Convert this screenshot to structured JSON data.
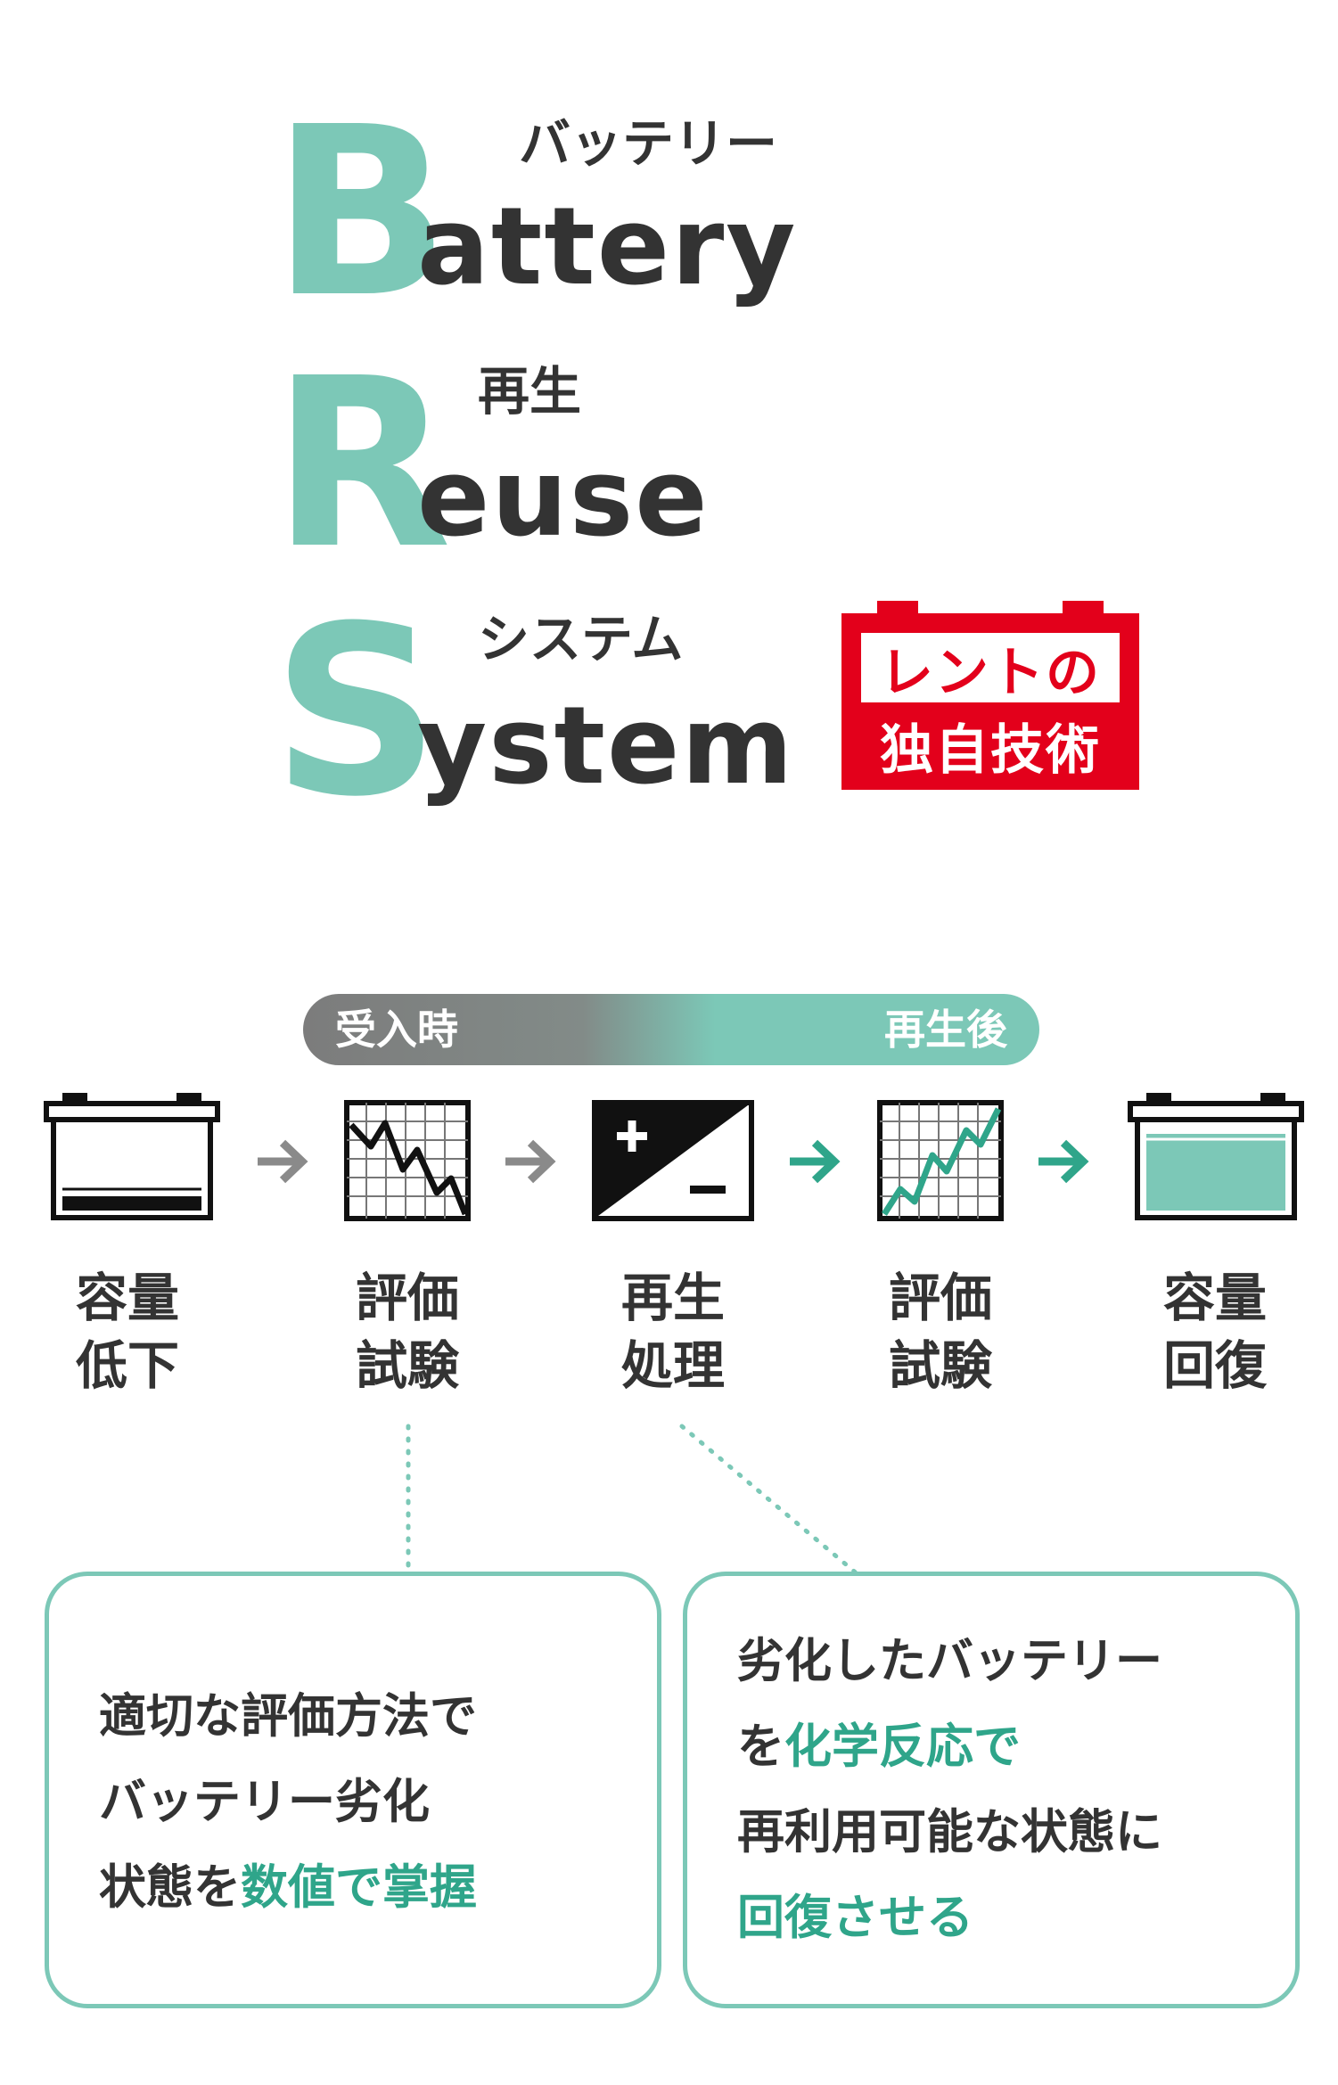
{
  "title": {
    "battery": {
      "initial": "B",
      "rest": "attery",
      "kana": "バッテリー"
    },
    "reuse": {
      "initial": "R",
      "rest": "euse",
      "kana": "再生"
    },
    "system": {
      "initial": "S",
      "rest": "ystem",
      "kana": "システム"
    }
  },
  "badge": {
    "line1": "レントの",
    "line2": "独自技術"
  },
  "timeline": {
    "start_label": "受入時",
    "end_label": "再生後"
  },
  "steps": [
    {
      "line1": "容量",
      "line2": "低下",
      "icon": "battery-low-icon"
    },
    {
      "line1": "評価",
      "line2": "試験",
      "icon": "chart-down-icon"
    },
    {
      "line1": "再生",
      "line2": "処理",
      "icon": "charge-icon"
    },
    {
      "line1": "評価",
      "line2": "試験",
      "icon": "chart-up-icon"
    },
    {
      "line1": "容量",
      "line2": "回復",
      "icon": "battery-full-icon"
    }
  ],
  "callouts": {
    "left": {
      "line1": "適切な評価方法で",
      "line2": "バッテリー劣化",
      "line3_plain": "状態を",
      "line3_highlight": "数値で掌握"
    },
    "right": {
      "line1": "劣化したバッテリー",
      "line2_plain": "を",
      "line2_highlight": "化学反応で",
      "line3": "再利用可能な状態に",
      "line4_highlight": "回復させる"
    }
  },
  "colors": {
    "accent": "#7cc8b7",
    "accent_dark": "#2fa58a",
    "text": "#333333",
    "badge_red": "#e3001b",
    "arrow_gray": "#8a8a8a"
  }
}
